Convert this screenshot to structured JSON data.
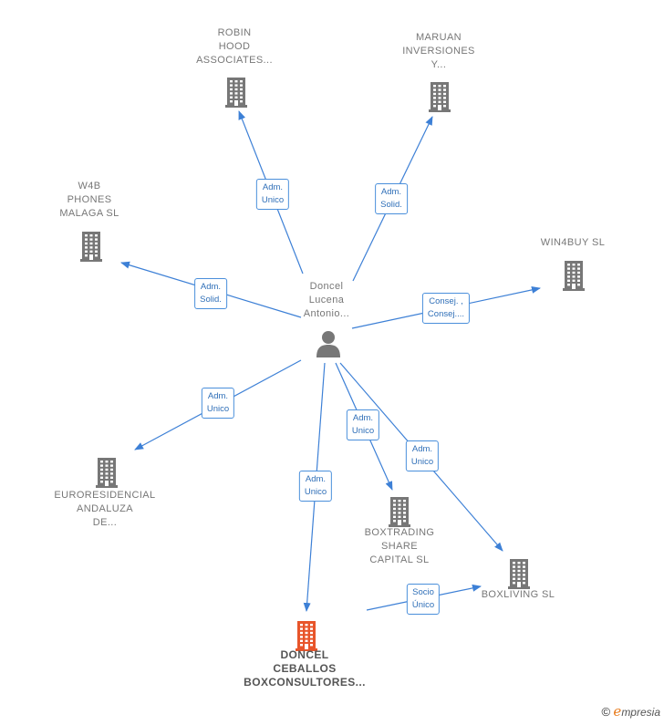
{
  "colors": {
    "edge": "#3d80d6",
    "building": "#777777",
    "highlight": "#e8552a",
    "person": "#777777"
  },
  "center": {
    "label": "Doncel\nLucena\nAntonio...",
    "icon": "person-icon"
  },
  "nodes": [
    {
      "id": "robin",
      "label": "ROBIN\nHOOD\nASSOCIATES...",
      "icon": "building-icon"
    },
    {
      "id": "maruan",
      "label": "MARUAN\nINVERSIONES\nY...",
      "icon": "building-icon"
    },
    {
      "id": "w4b",
      "label": "W4B\nPHONES\nMALAGA  SL",
      "icon": "building-icon"
    },
    {
      "id": "win4buy",
      "label": "WIN4BUY  SL",
      "icon": "building-icon"
    },
    {
      "id": "euro",
      "label": "EURORESIDENCIAL\nANDALUZA\nDE...",
      "icon": "building-icon"
    },
    {
      "id": "boxtrading",
      "label": "BOXTRADING\nSHARE\nCAPITAL  SL",
      "icon": "building-icon"
    },
    {
      "id": "boxliving",
      "label": "BOXLIVING  SL",
      "icon": "building-icon"
    },
    {
      "id": "doncel",
      "label": "DONCEL\nCEBALLOS\nBOXCONSULTORES...",
      "icon": "building-icon",
      "highlight": true
    }
  ],
  "edges": [
    {
      "from": "center",
      "to": "robin",
      "label": "Adm.\nUnico"
    },
    {
      "from": "center",
      "to": "maruan",
      "label": "Adm.\nSolid."
    },
    {
      "from": "center",
      "to": "w4b",
      "label": "Adm.\nSolid."
    },
    {
      "from": "center",
      "to": "win4buy",
      "label": "Consej. ,\nConsej...."
    },
    {
      "from": "center",
      "to": "euro",
      "label": "Adm.\nUnico"
    },
    {
      "from": "center",
      "to": "boxtrading",
      "label": "Adm.\nUnico"
    },
    {
      "from": "center",
      "to": "boxliving",
      "label": "Adm.\nUnico"
    },
    {
      "from": "center",
      "to": "doncel",
      "label": "Adm.\nUnico"
    },
    {
      "from": "doncel",
      "to": "boxliving",
      "label": "Socio\nÚnico"
    }
  ],
  "brand": {
    "symbol": "©",
    "initial": "e",
    "rest": "mpresia"
  }
}
